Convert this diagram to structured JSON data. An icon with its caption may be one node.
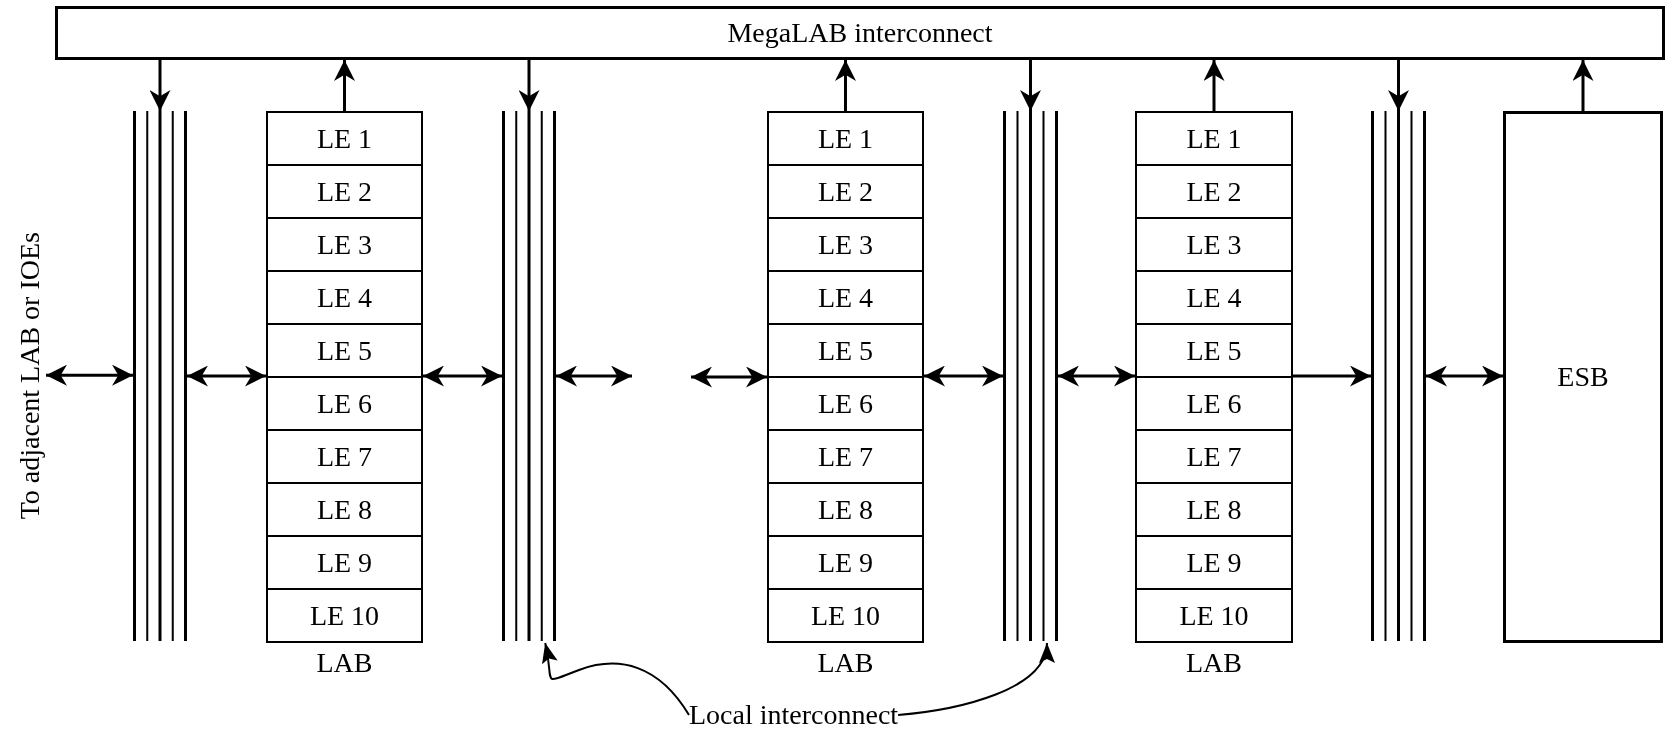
{
  "diagram": {
    "nodes": [
      {
        "text": [
          "MegaLAB interconnect"
        ]
      },
      {
        "text": [
          "To adjacent LAB or IOEs"
        ]
      },
      {
        "text": [],
        "shape": "bar"
      },
      {
        "text": [
          "LAB"
        ]
      },
      {
        "text": [
          "LE 1"
        ],
        "in": 3
      },
      {
        "text": [
          "LE 2"
        ],
        "in": 3
      },
      {
        "text": [
          "LE 3"
        ],
        "in": 3
      },
      {
        "text": [
          "LE 4"
        ],
        "in": 3
      },
      {
        "text": [
          "LE 5"
        ],
        "in": 3
      },
      {
        "text": [
          "LE 6"
        ],
        "in": 3
      },
      {
        "text": [
          "LE 7"
        ],
        "in": 3
      },
      {
        "text": [
          "LE 8"
        ],
        "in": 3
      },
      {
        "text": [
          "LE 9"
        ],
        "in": 3
      },
      {
        "text": [
          "LE 10"
        ],
        "in": 3
      },
      {
        "text": [],
        "shape": "bar"
      },
      {
        "text": [
          "LAB"
        ]
      },
      {
        "text": [
          "LE 1"
        ],
        "in": 15
      },
      {
        "text": [
          "LE 2"
        ],
        "in": 15
      },
      {
        "text": [
          "LE 3"
        ],
        "in": 15
      },
      {
        "text": [
          "LE 4"
        ],
        "in": 15
      },
      {
        "text": [
          "LE 5"
        ],
        "in": 15
      },
      {
        "text": [
          "LE 6"
        ],
        "in": 15
      },
      {
        "text": [
          "LE 7"
        ],
        "in": 15
      },
      {
        "text": [
          "LE 8"
        ],
        "in": 15
      },
      {
        "text": [
          "LE 9"
        ],
        "in": 15
      },
      {
        "text": [
          "LE 10"
        ],
        "in": 15
      },
      {
        "text": [],
        "shape": "bar"
      },
      {
        "text": [
          "LAB"
        ]
      },
      {
        "text": [
          "LE 1"
        ],
        "in": 27
      },
      {
        "text": [
          "LE 2"
        ],
        "in": 27
      },
      {
        "text": [
          "LE 3"
        ],
        "in": 27
      },
      {
        "text": [
          "LE 4"
        ],
        "in": 27
      },
      {
        "text": [
          "LE 5"
        ],
        "in": 27
      },
      {
        "text": [
          "LE 6"
        ],
        "in": 27
      },
      {
        "text": [
          "LE 7"
        ],
        "in": 27
      },
      {
        "text": [
          "LE 8"
        ],
        "in": 27
      },
      {
        "text": [
          "LE 9"
        ],
        "in": 27
      },
      {
        "text": [
          "LE 10"
        ],
        "in": 27
      },
      {
        "text": [],
        "shape": "bar"
      },
      {
        "text": [
          "ESB"
        ]
      },
      {
        "text": [
          "Local interconnect"
        ]
      }
    ],
    "edges": [
      {
        "from": 0,
        "to": 2,
        "arrow": "to"
      },
      {
        "from": 3,
        "to": 0,
        "arrow": "to"
      },
      {
        "from": 0,
        "to": 14,
        "arrow": "to"
      },
      {
        "from": 15,
        "to": 0,
        "arrow": "to"
      },
      {
        "from": 0,
        "to": 26,
        "arrow": "to"
      },
      {
        "from": 27,
        "to": 0,
        "arrow": "to"
      },
      {
        "from": 0,
        "to": 38,
        "arrow": "to"
      },
      {
        "from": 39,
        "to": 0,
        "arrow": "to"
      },
      {
        "from": 1,
        "to": 2,
        "arrow": "both"
      },
      {
        "from": 2,
        "to": 3,
        "arrow": "both"
      },
      {
        "from": 3,
        "to": 14,
        "arrow": "both"
      },
      {
        "from": 14,
        "to": null,
        "arrow": "both"
      },
      {
        "from": null,
        "to": 15,
        "arrow": "both"
      },
      {
        "from": 15,
        "to": 26,
        "arrow": "both"
      },
      {
        "from": 26,
        "to": 27,
        "arrow": "both"
      },
      {
        "from": 27,
        "to": 38,
        "arrow": "to"
      },
      {
        "from": 38,
        "to": 39,
        "arrow": "both"
      },
      {
        "from": 40,
        "to": 14,
        "arrow": "to"
      },
      {
        "from": 40,
        "to": 26,
        "arrow": "to"
      }
    ]
  }
}
